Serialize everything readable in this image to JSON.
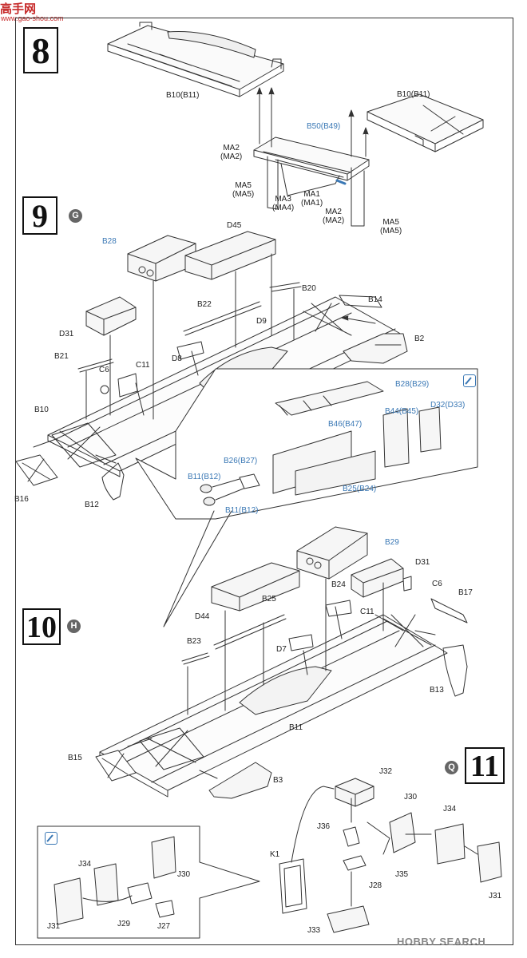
{
  "site": {
    "logo": "高手网",
    "url": "www.gao-shou.com"
  },
  "steps": [
    {
      "number": "8"
    },
    {
      "number": "9",
      "badge": "G"
    },
    {
      "number": "10",
      "badge": "H"
    },
    {
      "number": "11",
      "badge": "Q"
    }
  ],
  "watermark": "HOBBY SEARCH",
  "labels": {
    "s8": {
      "b10_left": "B10(B11)",
      "b10_right": "B10(B11)",
      "b50": "B50(B49)",
      "ma2_left": "MA2\n(MA2)",
      "ma5_left": "MA5\n(MA5)",
      "ma3": "MA3\n(MA4)",
      "ma1": "MA1\n(MA1)",
      "ma2_right": "MA2\n(MA2)",
      "ma5_right": "MA5\n(MA5)"
    },
    "s9": {
      "b28": "B28",
      "d45": "D45",
      "b20": "B20",
      "b14": "B14",
      "b22": "B22",
      "d9": "D9",
      "d31": "D31",
      "b2": "B2",
      "d8": "D8",
      "b21": "B21",
      "c11": "C11",
      "c6": "C6",
      "b10": "B10",
      "b16": "B16",
      "b12": "B12",
      "b28b29": "B28(B29)",
      "b46": "B46(B47)",
      "b44": "B44(B45)",
      "d32": "D32(D33)",
      "b26": "B26(B27)",
      "b11a": "B11(B12)",
      "b11b": "B11(B12)",
      "b25": "B25(B24)"
    },
    "s10": {
      "b29": "B29",
      "d31": "D31",
      "b24": "B24",
      "c6": "C6",
      "c11": "C11",
      "b17": "B17",
      "d44": "D44",
      "b25": "B25",
      "b23": "B23",
      "d7": "D7",
      "b13": "B13",
      "b11": "B11",
      "b15": "B15",
      "b3": "B3"
    },
    "s11": {
      "j32": "J32",
      "j30": "J30",
      "j34": "J34",
      "j36": "J36",
      "k1": "K1",
      "j35": "J35",
      "j28": "J28",
      "j31": "J31",
      "j33": "J33",
      "d_j34": "J34",
      "d_j30": "J30",
      "d_j31": "J31",
      "d_j29": "J29",
      "d_j27": "J27"
    }
  }
}
